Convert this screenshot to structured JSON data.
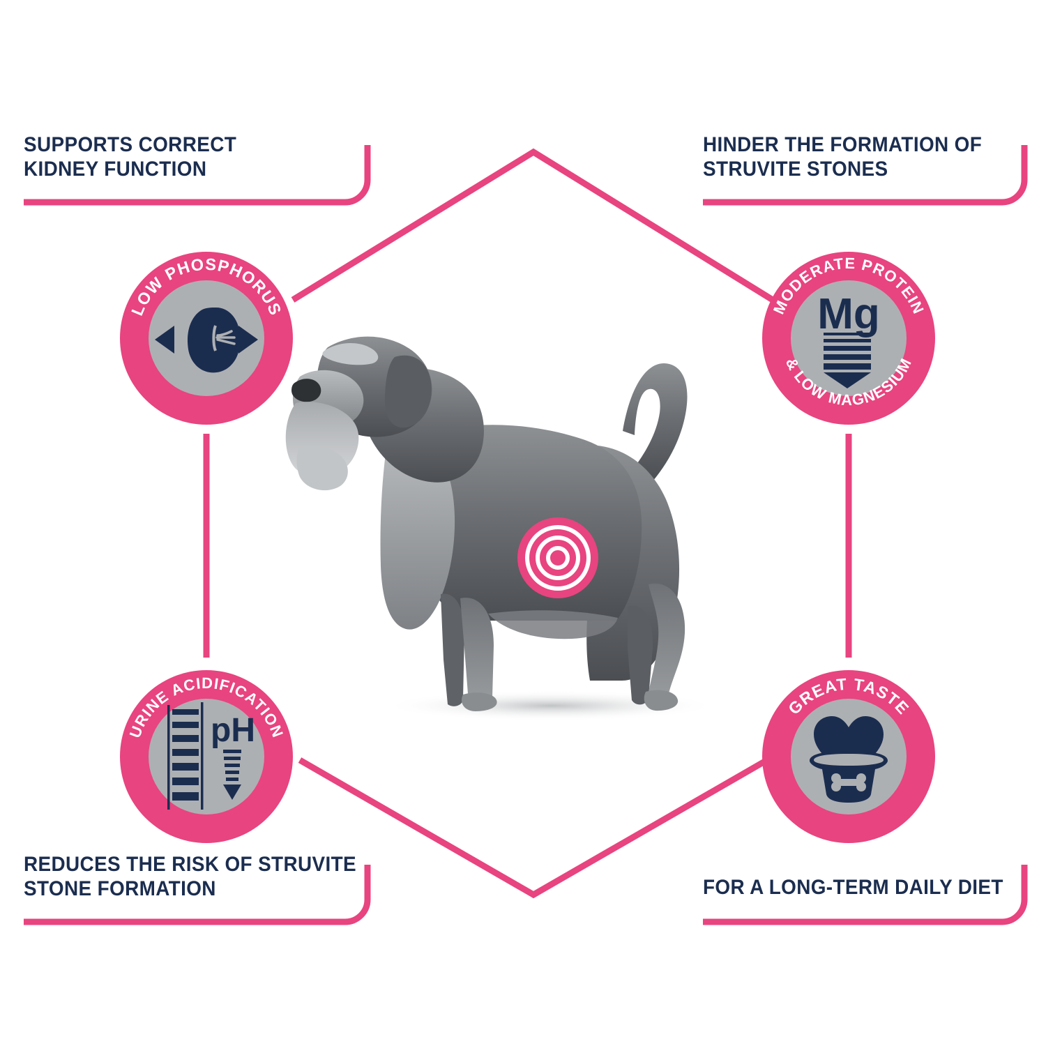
{
  "meta": {
    "subject": "dog-breed-photo-giant-schnauzer",
    "background_color": "#ffffff"
  },
  "colors": {
    "pink": "#e8447f",
    "navy": "#1b2d4f",
    "grey": "#adb0b3",
    "white": "#ffffff"
  },
  "callouts": {
    "top_left": "SUPPORTS CORRECT\nKIDNEY FUNCTION",
    "top_right": "HINDER THE FORMATION OF\nSTRUVITE STONES",
    "bottom_left": "REDUCES THE RISK OF STRUVITE\nSTONE FORMATION",
    "bottom_right": "FOR A LONG-TERM DAILY DIET"
  },
  "badges": {
    "top_left": {
      "arc_top": "LOW PHOSPHORUS",
      "arc_bottom": "",
      "icon": "kidney-with-inward-arrows-icon",
      "center_text": ""
    },
    "top_right": {
      "arc_top": "MODERATE PROTEIN",
      "arc_bottom": "& LOW MAGNESIUM",
      "icon": "magnesium-down-arrow-icon",
      "center_text": "Mg"
    },
    "bottom_left": {
      "arc_top": "URINE ACIDIFICATION",
      "arc_bottom": "",
      "icon": "ph-scale-down-arrow-icon",
      "center_text": "pH"
    },
    "bottom_right": {
      "arc_top": "GREAT TASTE",
      "arc_bottom": "",
      "icon": "food-bowl-with-heart-icon",
      "center_text": ""
    }
  },
  "target_marker": {
    "icon": "concentric-target-rings-icon",
    "rings": 3
  }
}
